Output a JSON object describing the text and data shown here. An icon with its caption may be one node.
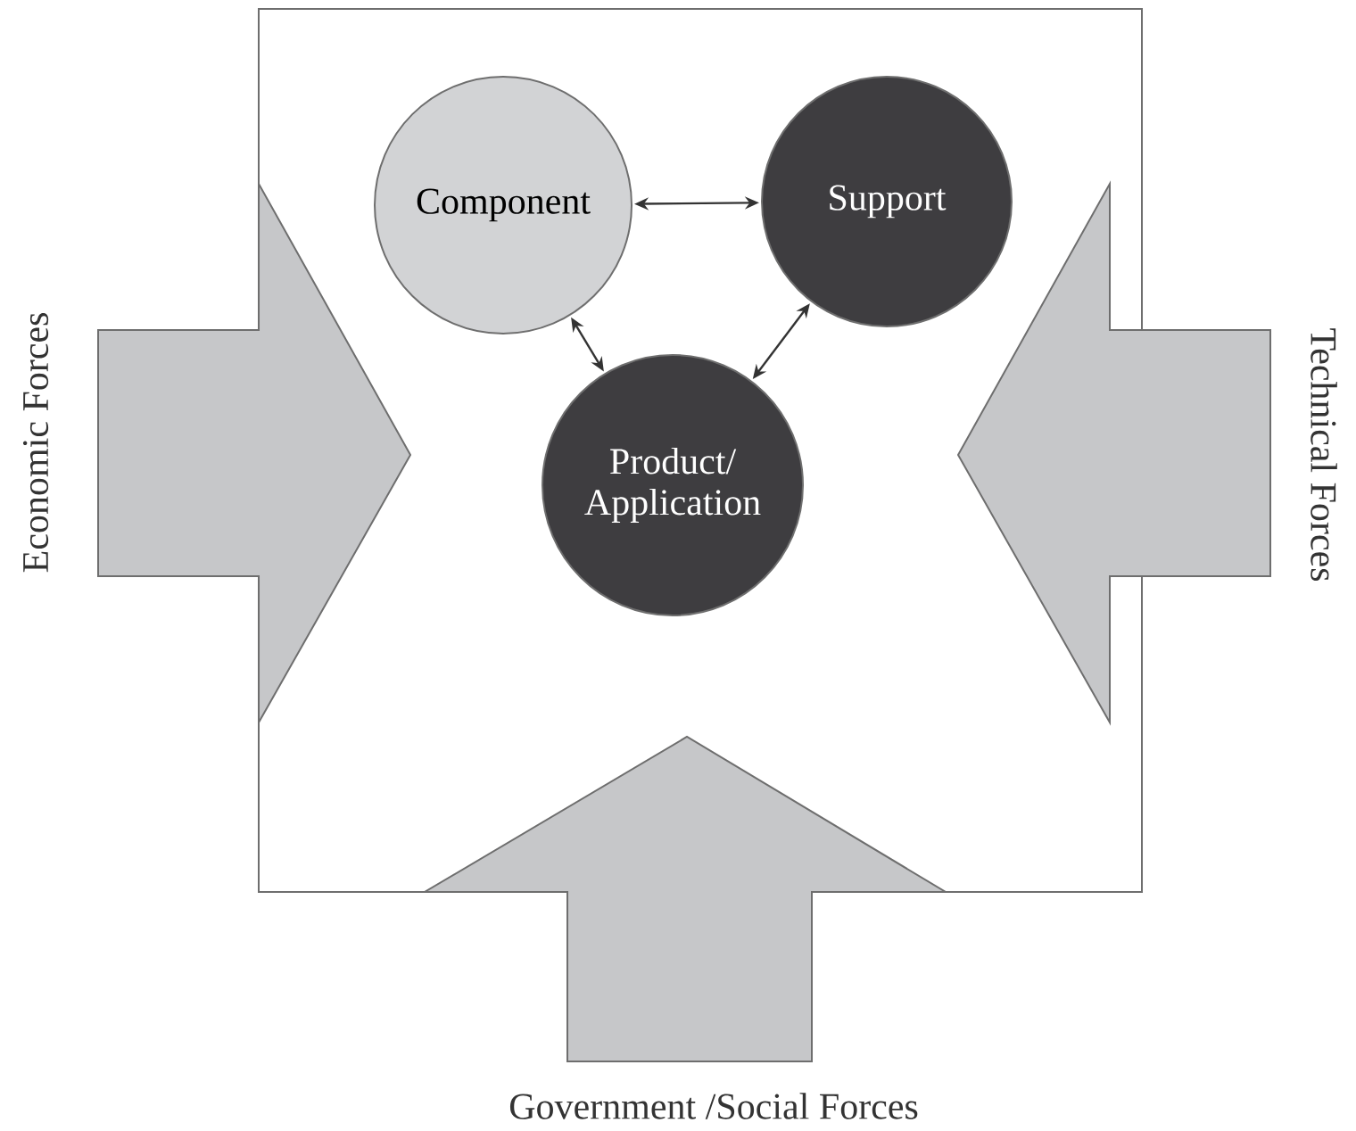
{
  "diagram": {
    "nodes": [
      {
        "text": [],
        "shape": "box"
      },
      {
        "text": [
          "Component"
        ],
        "in": 0
      },
      {
        "text": [
          "Support"
        ],
        "in": 0
      },
      {
        "text": [
          "Product/ Application"
        ],
        "in": 0
      },
      {
        "text": [
          "Economic Forces"
        ]
      },
      {
        "text": [
          "Technical Forces"
        ]
      },
      {
        "text": [
          "Government /Social Forces"
        ]
      }
    ],
    "edges": [
      {
        "from": 1,
        "to": 2,
        "arrow": "both"
      },
      {
        "from": 1,
        "to": 3,
        "arrow": "both"
      },
      {
        "from": 2,
        "to": 3,
        "arrow": "both"
      }
    ]
  }
}
